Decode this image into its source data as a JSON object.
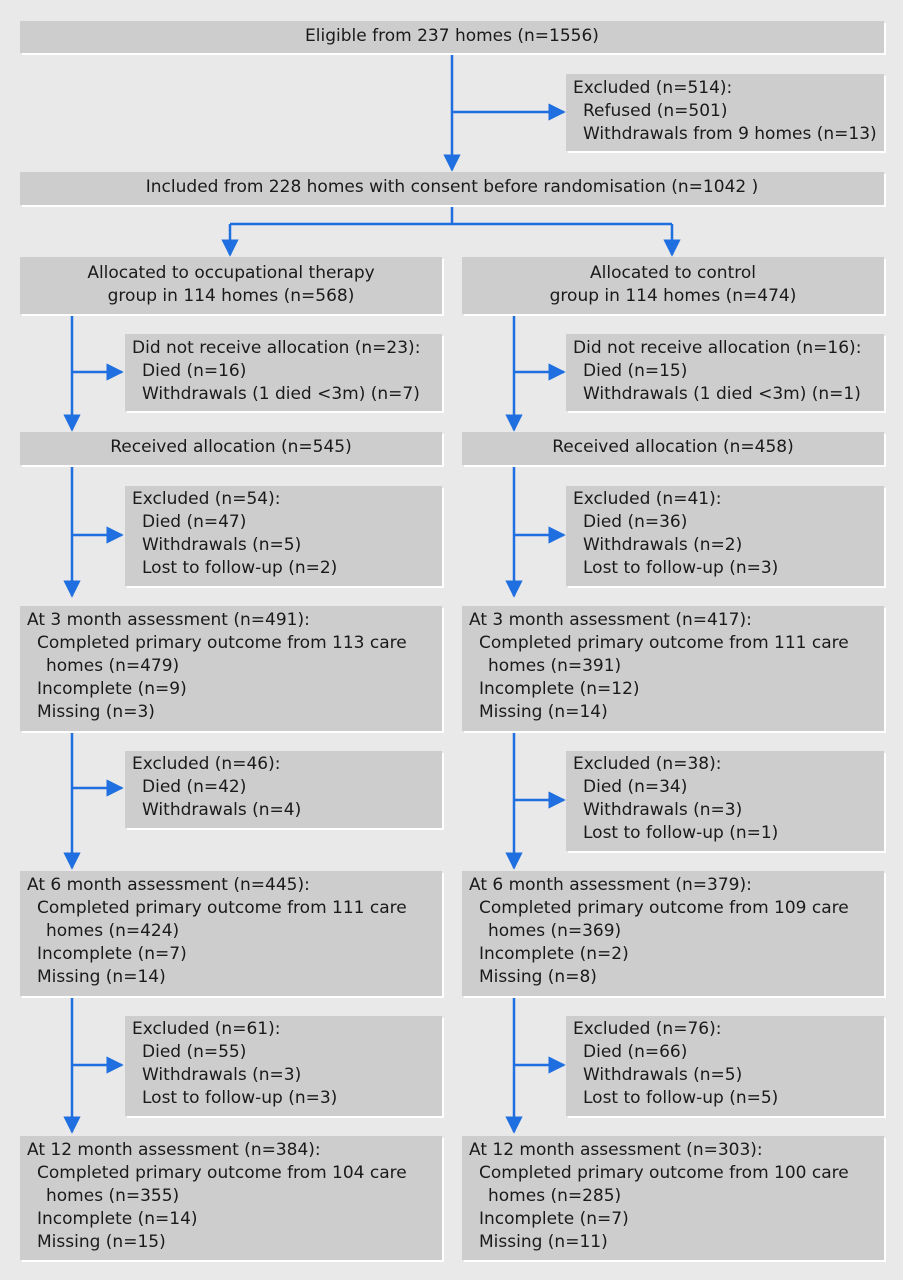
{
  "top": {
    "eligible": "Eligible from 237 homes (n=1556)",
    "excluded": [
      "Excluded (n=514):",
      "Refused (n=501)",
      "Withdrawals from 9 homes (n=13)"
    ],
    "included": "Included from 228 homes with consent before randomisation (n=1042 )"
  },
  "ot": {
    "allocated": [
      "Allocated to occupational therapy",
      "group in 114 homes (n=568)"
    ],
    "not_received": [
      "Did not receive allocation (n=23):",
      "Died (n=16)",
      "Withdrawals (1 died <3m) (n=7)"
    ],
    "received": "Received allocation (n=545)",
    "excl1": [
      "Excluded (n=54):",
      "Died (n=47)",
      "Withdrawals (n=5)",
      "Lost to follow-up (n=2)"
    ],
    "m3": [
      "At 3 month assessment (n=491):",
      "Completed primary outcome from 113 care",
      "homes (n=479)",
      "Incomplete (n=9)",
      "Missing (n=3)"
    ],
    "excl2": [
      "Excluded (n=46):",
      "Died (n=42)",
      "Withdrawals (n=4)"
    ],
    "m6": [
      "At 6 month assessment (n=445):",
      "Completed primary outcome from 111 care",
      "homes (n=424)",
      "Incomplete (n=7)",
      "Missing (n=14)"
    ],
    "excl3": [
      "Excluded (n=61):",
      "Died (n=55)",
      "Withdrawals (n=3)",
      "Lost to follow-up (n=3)"
    ],
    "m12": [
      "At 12 month assessment (n=384):",
      "Completed primary outcome from 104 care",
      "homes (n=355)",
      "Incomplete (n=14)",
      "Missing (n=15)"
    ]
  },
  "ctrl": {
    "allocated": [
      "Allocated to control",
      "group in 114 homes (n=474)"
    ],
    "not_received": [
      "Did not receive allocation (n=16):",
      "Died (n=15)",
      "Withdrawals (1 died <3m) (n=1)"
    ],
    "received": "Received allocation (n=458)",
    "excl1": [
      "Excluded (n=41):",
      "Died (n=36)",
      "Withdrawals (n=2)",
      "Lost to follow-up (n=3)"
    ],
    "m3": [
      "At 3 month assessment (n=417):",
      "Completed primary outcome from 111 care",
      "homes (n=391)",
      "Incomplete (n=12)",
      "Missing (n=14)"
    ],
    "excl2": [
      "Excluded (n=38):",
      "Died (n=34)",
      "Withdrawals (n=3)",
      "Lost to follow-up (n=1)"
    ],
    "m6": [
      "At 6 month assessment (n=379):",
      "Completed primary outcome from 109 care",
      "homes (n=369)",
      "Incomplete (n=2)",
      "Missing (n=8)"
    ],
    "excl3": [
      "Excluded (n=76):",
      "Died (n=66)",
      "Withdrawals (n=5)",
      "Lost to follow-up (n=5)"
    ],
    "m12": [
      "At 12 month assessment (n=303):",
      "Completed primary outcome from 100 care",
      "homes (n=285)",
      "Incomplete (n=7)",
      "Missing (n=11)"
    ]
  },
  "colors": {
    "arrow": "#1f6fe0",
    "box": "#cdcdce",
    "background": "#e9e9ea"
  }
}
